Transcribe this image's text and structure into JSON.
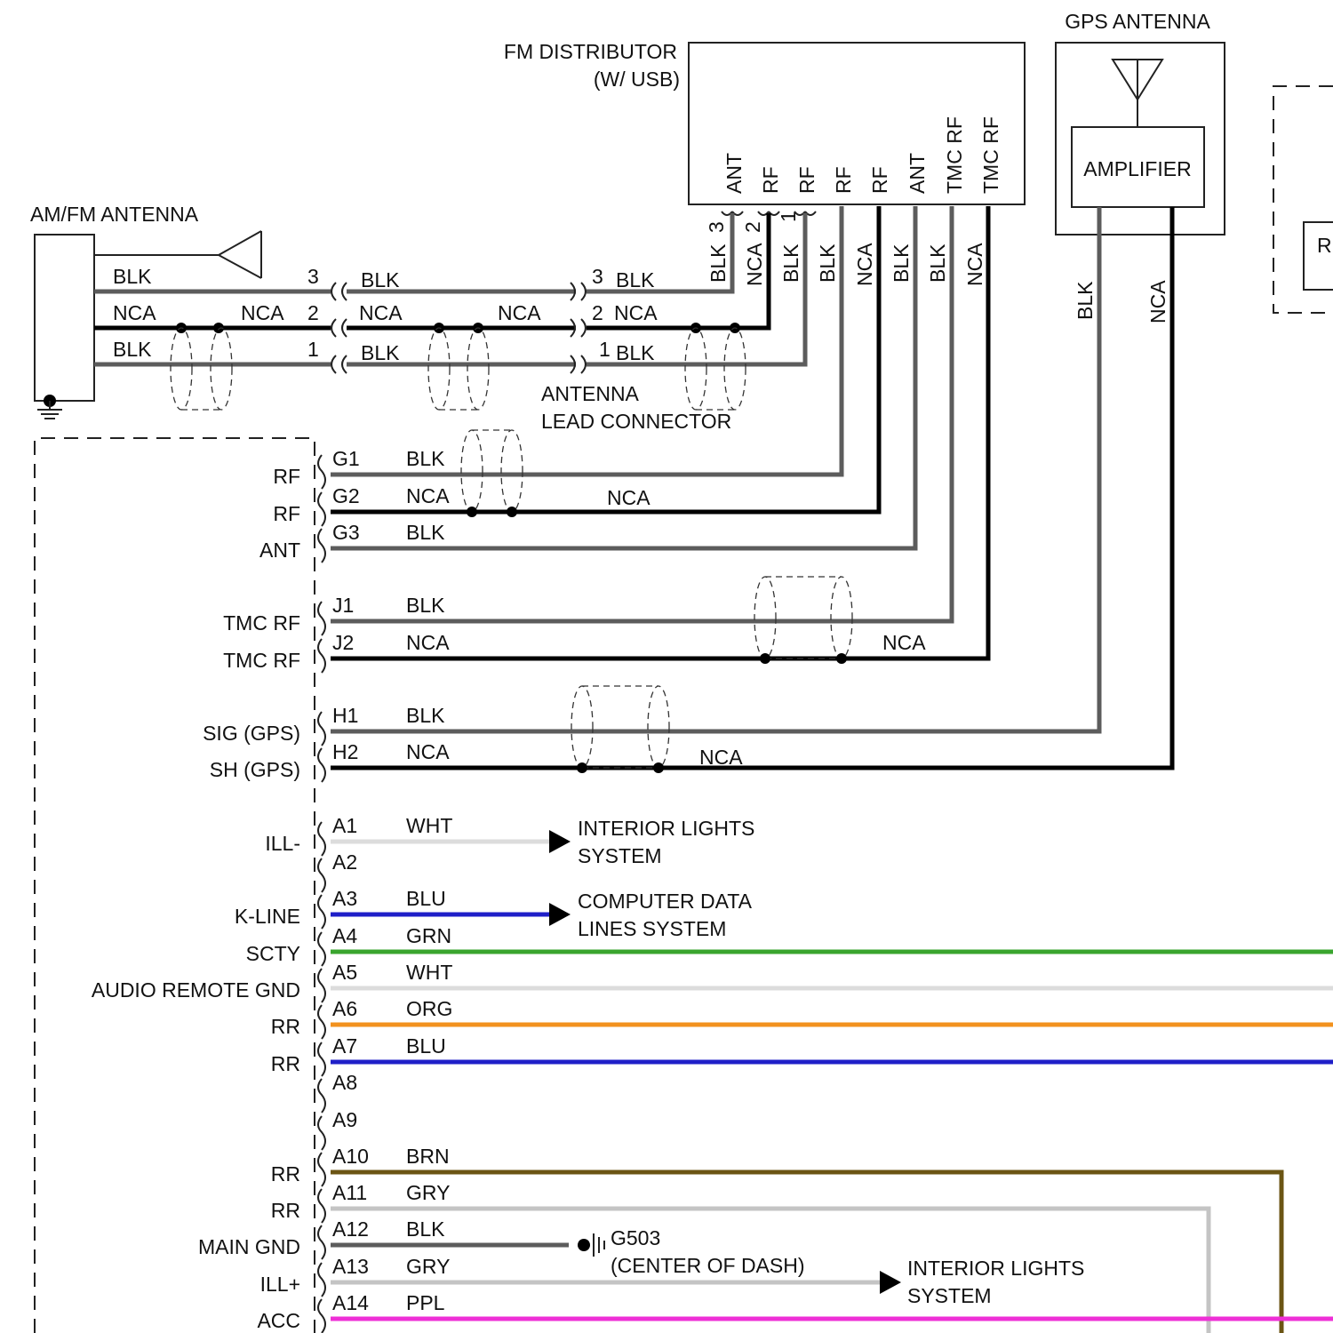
{
  "components": {
    "fm_distributor": {
      "title_line1": "FM DISTRIBUTOR",
      "title_line2": "(W/ USB)",
      "pins": [
        "ANT",
        "RF",
        "RF",
        "RF",
        "RF",
        "ANT",
        "TMC RF",
        "TMC RF"
      ],
      "pin_numbers": [
        "3",
        "2",
        "1"
      ]
    },
    "gps_antenna": {
      "title": "GPS ANTENNA",
      "amplifier": "AMPLIFIER"
    },
    "amfm_antenna": {
      "title": "AM/FM ANTENNA"
    },
    "lead_connector": {
      "line1": "ANTENNA",
      "line2": "LEAD CONNECTOR"
    },
    "partial_box": {
      "label": "R"
    }
  },
  "antenna_wires": {
    "left_colors": [
      "BLK",
      "NCA",
      "BLK"
    ],
    "mid_colors": [
      "BLK",
      "NCA",
      "BLK"
    ],
    "right_colors": [
      "BLK",
      "NCA",
      "BLK"
    ],
    "mid_nca_label": "NCA",
    "connector_pins": [
      "3",
      "2",
      "1"
    ],
    "right_pins": [
      "3",
      "2",
      "1"
    ]
  },
  "vertical_wire_labels": [
    "BLK",
    "NCA",
    "BLK",
    "BLK",
    "NCA",
    "BLK",
    "BLK",
    "NCA"
  ],
  "gps_wire_labels": [
    "BLK",
    "NCA"
  ],
  "radio_pins": [
    {
      "func": "RF",
      "pin": "G1",
      "color": "BLK"
    },
    {
      "func": "RF",
      "pin": "G2",
      "color": "NCA"
    },
    {
      "func": "ANT",
      "pin": "G3",
      "color": "BLK"
    },
    {
      "func": "TMC RF",
      "pin": "J1",
      "color": "BLK"
    },
    {
      "func": "TMC RF",
      "pin": "J2",
      "color": "NCA"
    },
    {
      "func": "SIG (GPS)",
      "pin": "H1",
      "color": "BLK"
    },
    {
      "func": "SH (GPS)",
      "pin": "H2",
      "color": "NCA"
    },
    {
      "func": "ILL-",
      "pin": "A1",
      "color": "WHT"
    },
    {
      "func": "",
      "pin": "A2",
      "color": ""
    },
    {
      "func": "K-LINE",
      "pin": "A3",
      "color": "BLU"
    },
    {
      "func": "SCTY",
      "pin": "A4",
      "color": "GRN"
    },
    {
      "func": "AUDIO REMOTE GND",
      "pin": "A5",
      "color": "WHT"
    },
    {
      "func": "RR",
      "pin": "A6",
      "color": "ORG"
    },
    {
      "func": "RR",
      "pin": "A7",
      "color": "BLU"
    },
    {
      "func": "",
      "pin": "A8",
      "color": ""
    },
    {
      "func": "",
      "pin": "A9",
      "color": ""
    },
    {
      "func": "RR",
      "pin": "A10",
      "color": "BRN"
    },
    {
      "func": "RR",
      "pin": "A11",
      "color": "GRY"
    },
    {
      "func": "MAIN GND",
      "pin": "A12",
      "color": "BLK"
    },
    {
      "func": "ILL+",
      "pin": "A13",
      "color": "GRY"
    },
    {
      "func": "ACC",
      "pin": "A14",
      "color": "PPL"
    }
  ],
  "inline_labels": {
    "g2_nca": "NCA",
    "j2_nca": "NCA",
    "h2_nca": "NCA"
  },
  "destinations": {
    "interior_lights_1": {
      "line1": "INTERIOR LIGHTS",
      "line2": "SYSTEM"
    },
    "computer_data": {
      "line1": "COMPUTER DATA",
      "line2": "LINES SYSTEM"
    },
    "interior_lights_2": {
      "line1": "INTERIOR LIGHTS",
      "line2": "SYSTEM"
    }
  },
  "ground": {
    "name": "G503",
    "location": "(CENTER OF DASH)"
  },
  "wire_colors": {
    "WHT": "#dcdcdc",
    "BLU": "#1f1fc8",
    "GRN": "#3aa52e",
    "ORG": "#f2921e",
    "BRN": "#6b5514",
    "GRY": "#c4c4c4",
    "BLK": "#5c5c5c",
    "PPL": "#ee2fd6",
    "NCA": "#000000"
  }
}
